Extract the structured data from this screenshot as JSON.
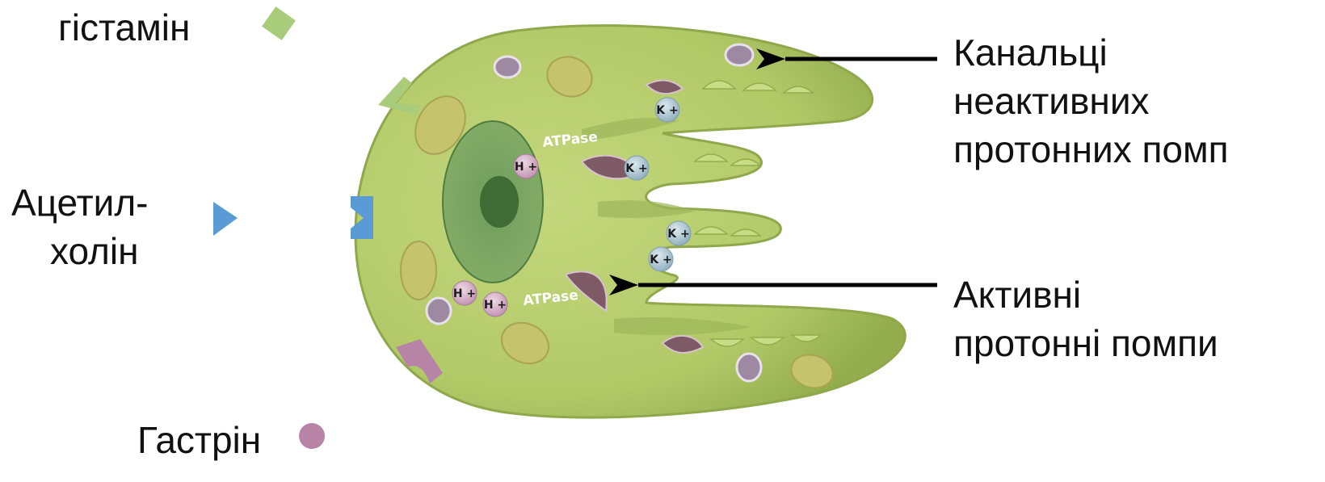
{
  "ligands": {
    "histamine": {
      "label": "гістамін",
      "color": "#a9cc7a",
      "icon": "green-diamond"
    },
    "acetylcholine": {
      "label_line1": "Ацетил-",
      "label_line2": "холін",
      "color": "#5b9bd5",
      "icon": "blue-triangle"
    },
    "gastrin": {
      "label": "Гастрін",
      "color": "#b784a7",
      "icon": "pink-circle"
    }
  },
  "annotations": {
    "canaliculi": {
      "line1": "Канальці",
      "line2": "неактивних",
      "line3": "протонних помп"
    },
    "active_pumps": {
      "line1": "Активні",
      "line2": "протонні помпи"
    }
  },
  "ions": {
    "potassium": "K +",
    "hydrogen": "H +"
  },
  "enzymes": {
    "atpase": "ATPase"
  },
  "colors": {
    "cell": "#b5cc6a",
    "cell_dark": "#8ea64a",
    "nucleus": "#5e8f4c",
    "nucleolus": "#3f6b34",
    "k_ion": "#a9c3cf",
    "h_ion": "#d3a8c4",
    "receptor_histamine": "#a9cc7a",
    "receptor_acetylcholine": "#5b9bd5",
    "receptor_gastrin": "#b784a7"
  }
}
